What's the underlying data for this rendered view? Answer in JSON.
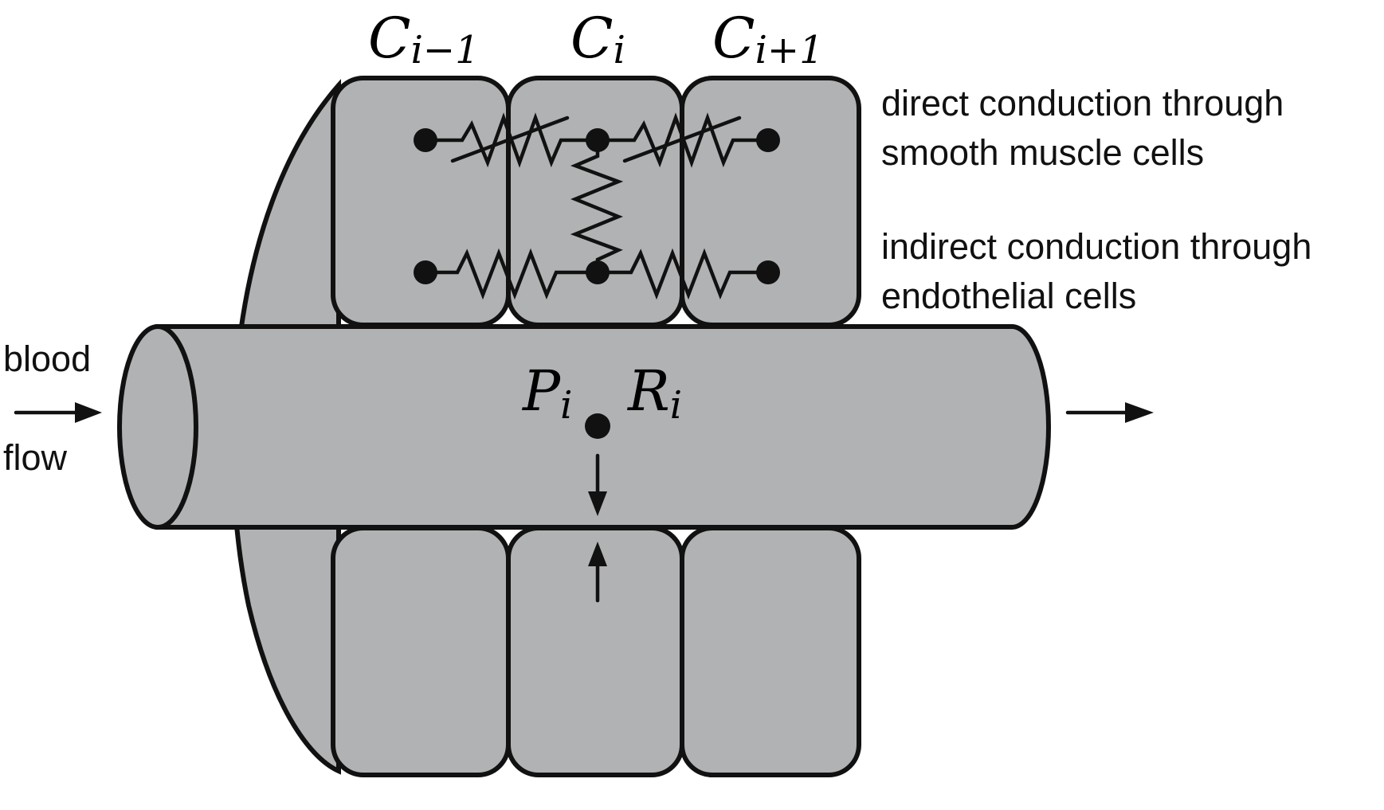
{
  "cells": {
    "left": {
      "symbol": "C",
      "subscript": "i−1"
    },
    "center": {
      "symbol": "C",
      "subscript": "i"
    },
    "right": {
      "symbol": "C",
      "subscript": "i+1"
    }
  },
  "vessel": {
    "pressure": {
      "symbol": "P",
      "subscript": "i"
    },
    "resistance": {
      "symbol": "R",
      "subscript": "i"
    }
  },
  "labels": {
    "direct_line1": "direct conduction through",
    "direct_line2": "smooth muscle cells",
    "indirect_line1": "indirect conduction through",
    "indirect_line2": "endothelial cells",
    "flow_line1": "blood",
    "flow_line2": "flow"
  },
  "colors": {
    "cell_fill": "#b0b2b3",
    "stroke": "#111111",
    "background": "#ffffff"
  }
}
